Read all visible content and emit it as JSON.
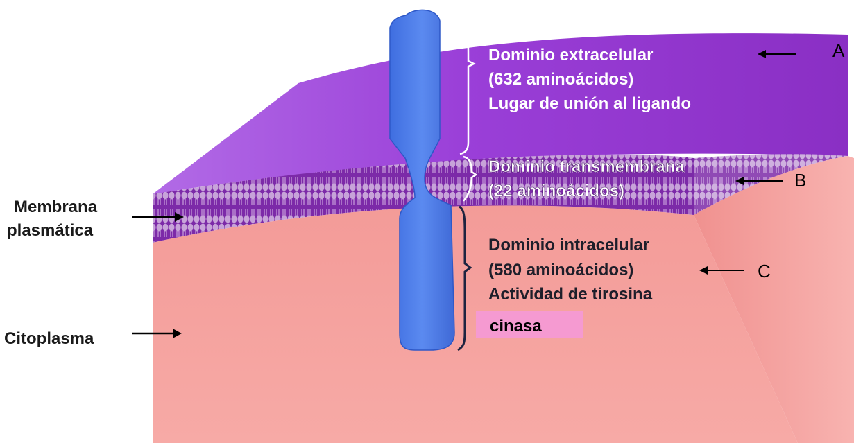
{
  "left_labels": {
    "membrane_line1": "Membrana",
    "membrane_line2": "plasmática",
    "cytoplasm": "Citoplasma"
  },
  "domains": {
    "extracellular": {
      "line1": "Dominio extracelular",
      "line2": "(632 aminoácidos)",
      "line3": "Lugar de unión al ligando",
      "letter": "A"
    },
    "transmembrane": {
      "line1": "Dominio transmembrana",
      "line2": "(22 aminoácidos)",
      "letter": "B"
    },
    "intracellular": {
      "line1": "Dominio intracelular",
      "line2": "(580 aminoácidos)",
      "line3": "Actividad de tirosina",
      "line4": "cinasa",
      "letter": "C"
    }
  },
  "colors": {
    "top_surface": "#a84fdc",
    "membrane": "#8e3fb8",
    "cytoplasm": "#f4a3a0",
    "receptor": "#4f7fe6",
    "highlight_box": "#f59ad1"
  }
}
